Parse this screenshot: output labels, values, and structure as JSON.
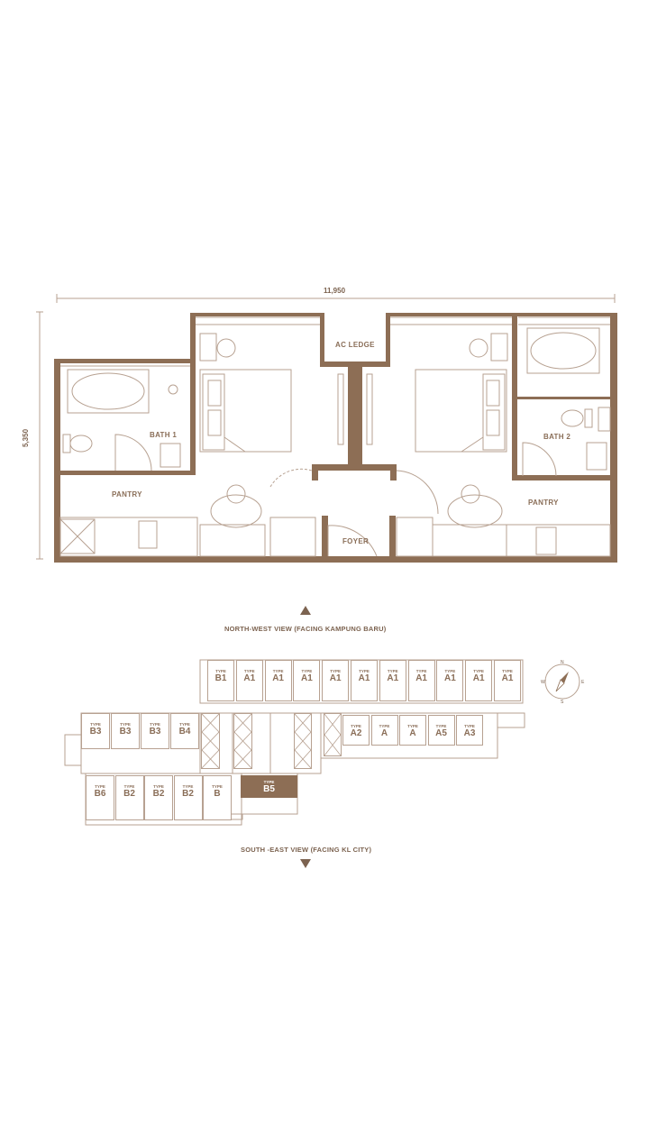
{
  "dimensions": {
    "width_label": "11,950",
    "height_label": "5,350"
  },
  "rooms": {
    "ac_ledge": "AC LEDGE",
    "bath1": "BATH 1",
    "bath2": "BATH 2",
    "pantry_left": "PANTRY",
    "pantry_right": "PANTRY",
    "foyer": "FOYER"
  },
  "views": {
    "north": "NORTH-WEST VIEW (FACING KAMPUNG BARU)",
    "south": "SOUTH -EAST VIEW (FACING KL CITY)"
  },
  "compass": {
    "n": "N",
    "e": "E",
    "s": "S",
    "w": "W"
  },
  "keyplan": {
    "type_word": "TYPE",
    "top_row": [
      "B1",
      "A1",
      "A1",
      "A1",
      "A1",
      "A1",
      "A1",
      "A1",
      "A1",
      "A1",
      "A1"
    ],
    "mid_left": [
      "B3",
      "B3",
      "B3",
      "B4"
    ],
    "mid_right": [
      "A2",
      "A",
      "A",
      "A5",
      "A3"
    ],
    "bottom_row": [
      "B6",
      "B2",
      "B2",
      "B2",
      "B"
    ],
    "highlight": "B5"
  },
  "colors": {
    "wall": "#8d6e55",
    "line": "#b7a191",
    "text": "#8a6e58"
  }
}
